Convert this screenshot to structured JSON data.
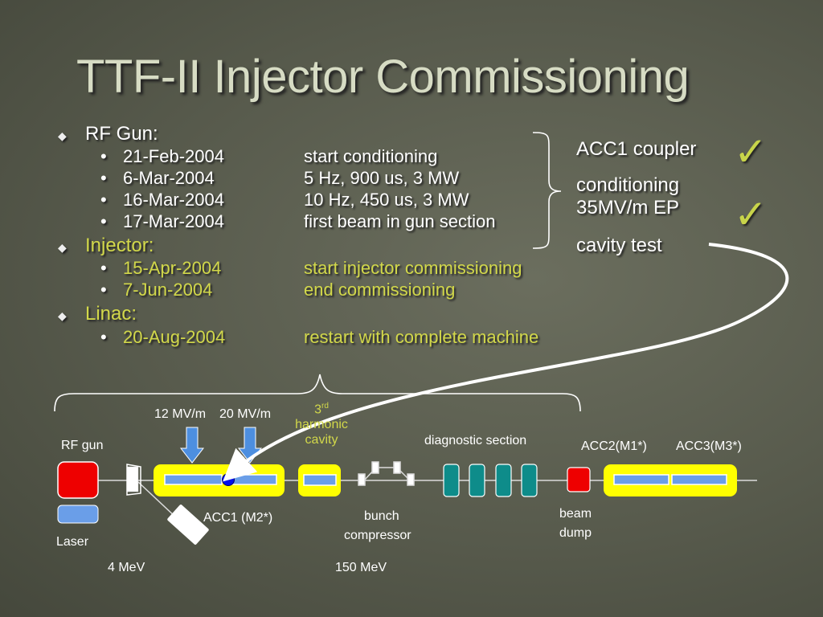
{
  "title": "TTF-II Injector Commissioning",
  "sections": [
    {
      "heading": "RF Gun:",
      "items": [
        {
          "date": "21-Feb-2004",
          "desc": "start conditioning"
        },
        {
          "date": "6-Mar-2004",
          "desc": "5 Hz, 900 us, 3 MW"
        },
        {
          "date": "16-Mar-2004",
          "desc": "10 Hz, 450 us, 3 MW"
        },
        {
          "date": "17-Mar-2004",
          "desc": "first beam in gun section"
        }
      ]
    },
    {
      "heading": "Injector:",
      "items": [
        {
          "date": "15-Apr-2004",
          "desc": "start injector commissioning"
        },
        {
          "date": "7-Jun-2004",
          "desc": "end commissioning"
        }
      ]
    },
    {
      "heading": "Linac:",
      "items": [
        {
          "date": "20-Aug-2004",
          "desc": "restart with complete machine"
        }
      ]
    }
  ],
  "side_notes": {
    "coupler": "ACC1 coupler",
    "conditioning": "conditioning",
    "ep": "35MV/m EP",
    "cavity_test": "cavity test",
    "check_mark": "✓"
  },
  "diagram": {
    "gradient1": "12 MV/m",
    "gradient2": "20 MV/m",
    "harmonic_sup": "rd",
    "harmonic_num": "3",
    "harmonic_line1": "harmonic",
    "harmonic_line2": "cavity",
    "diagnostic": "diagnostic section",
    "acc2": "ACC2(M1*)",
    "acc3": "ACC3(M3*)",
    "rf_gun": "RF gun",
    "laser": "Laser",
    "acc1": "ACC1 (M2*)",
    "bunch1": "bunch",
    "bunch2": "compressor",
    "beam1": "beam",
    "beam2": "dump",
    "energy1": "4 MeV",
    "energy2": "150 MeV"
  },
  "colors": {
    "title": "#d7dcc4",
    "highlight": "#d2d84a",
    "module_yellow": "#ffff00",
    "cavity_blue": "#6a9ee8",
    "gun_red": "#ee0000",
    "diag_teal": "#0e8c8a",
    "arrow_blue": "#4d8fe0",
    "check_green": "#c8d44a"
  }
}
